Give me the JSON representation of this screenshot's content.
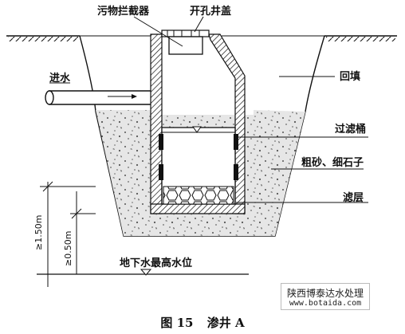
{
  "labels": {
    "interceptor": "污物拦截器",
    "cover": "开孔井盖",
    "inlet": "进水",
    "backfill": "回填",
    "filter_barrel": "过滤桶",
    "sand": "粗砂、细石子",
    "filter_layer": "滤层",
    "groundwater": "地下水最高水位",
    "dim_outer": "≥1.50m",
    "dim_inner": "≥0.50m"
  },
  "caption": {
    "figure_no": "图 15",
    "title": "渗井 A"
  },
  "watermark": {
    "name": "陕西博泰达水处理",
    "url": "www.botaida.com"
  }
}
